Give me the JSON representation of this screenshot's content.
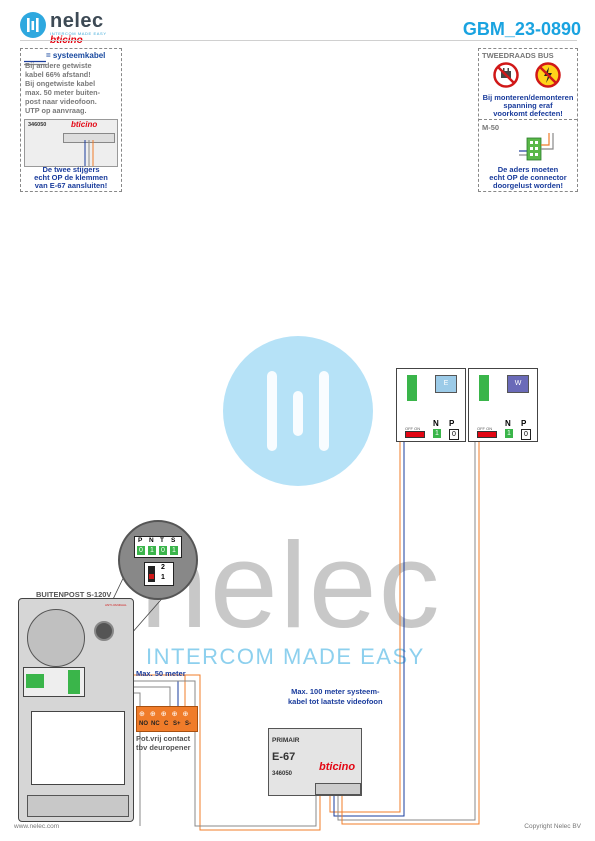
{
  "header": {
    "brand": "nelec",
    "brand_tagline": "INTERCOM MADE EASY",
    "partner_brand": "bticino",
    "document_id": "GBM_23-0890"
  },
  "note_left": {
    "title": "= systeemkabel",
    "lines": [
      "Bij andere getwiste",
      "kabel 66% afstand!",
      "Bij ongetwiste kabel",
      "max. 50 meter buiten-",
      "post naar videofoon.",
      "UTP op aanvraag."
    ],
    "device_code": "346050",
    "device_brand": "bticino",
    "caption": [
      "De twee stijgers",
      "echt OP de klemmen",
      "van E-67 aansluiten!"
    ]
  },
  "note_right": {
    "title": "TWEEDRAADS BUS",
    "warning": [
      "Bij monteren/demonteren",
      "spanning eraf",
      "voorkomt defecten!"
    ],
    "device_label": "M-50",
    "caption": [
      "De aders moeten",
      "echt OP de connector",
      "doorgelust worden!"
    ]
  },
  "watermark": {
    "word": "nelec",
    "tagline": "INTERCOM MADE EASY"
  },
  "zoom_terminals": {
    "labels": [
      "P",
      "N",
      "T",
      "S"
    ],
    "values": [
      "0",
      "1",
      "0",
      "1"
    ],
    "switch_labels": [
      "2",
      "1"
    ]
  },
  "door_station": {
    "label": "BUITENPOST S-120V",
    "badge": "ANTI-VANDAAL"
  },
  "relay": {
    "terminals": [
      "NO",
      "NC",
      "C",
      "S+",
      "S-"
    ],
    "caption": [
      "Pot.vrij contact",
      "tbv deuropener"
    ]
  },
  "distance_short": "Max. 50 meter",
  "distance_long": [
    "Max. 100 meter systeem-",
    "kabel tot laatste videofoon"
  ],
  "power_supply": {
    "primary_label": "PRIMAIR",
    "model": "E-67",
    "code": "346050",
    "brand": "bticino"
  },
  "monitors": [
    {
      "screen_letter": "E",
      "switch_label": "OFF ON",
      "terminals": [
        "N",
        "P"
      ],
      "values": [
        "1",
        "0"
      ]
    },
    {
      "screen_letter": "W",
      "switch_label": "OFF ON",
      "terminals": [
        "N",
        "P"
      ],
      "values": [
        "1",
        "0"
      ]
    }
  ],
  "footer": {
    "left": "www.nelec.com",
    "right": "Copyright Nelec BV"
  },
  "colors": {
    "brand_blue": "#1aa3e0",
    "accent_orange": "#f07c2a",
    "terminal_green": "#3ab54a",
    "note_blue": "#1a3c9c",
    "bticino_red": "#e30613"
  }
}
